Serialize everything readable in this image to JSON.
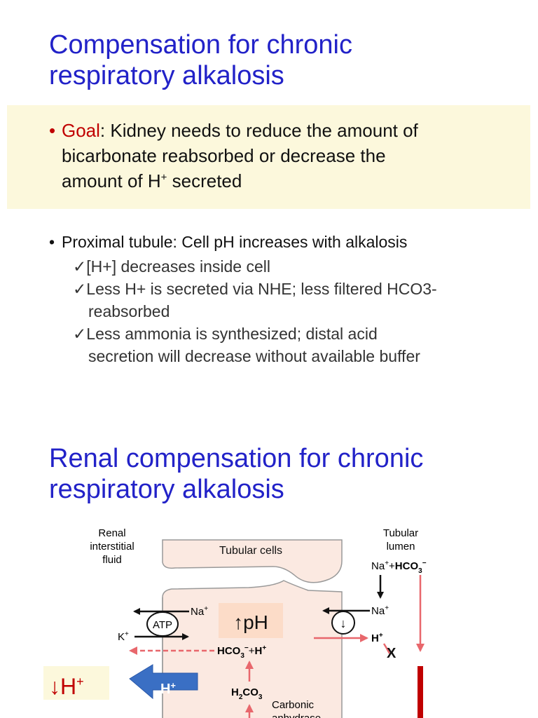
{
  "slide1": {
    "title_line1": "Compensation for chronic",
    "title_line2": "respiratory alkalosis",
    "goal": {
      "bullet": "•",
      "label": "Goal",
      "colon": ":  Kidney needs to ",
      "bold1": "reduce the amount of",
      "bold2": "bicarbonate reabsorbed",
      "or": " or ",
      "bold3": "decrease the",
      "line3_a": "amount of H",
      "line3_sup": "+",
      "line3_b": " secreted"
    },
    "proximal": {
      "bullet": "•",
      "text": "Proximal tubule:  Cell pH increases with alkalosis"
    },
    "checks": [
      {
        "mark": "✓",
        "line1": "[H+] decreases inside cell",
        "line2": ""
      },
      {
        "mark": "✓",
        "line1": "Less H+ is secreted via NHE; less filtered HCO3-",
        "line2": "reabsorbed"
      },
      {
        "mark": "✓",
        "line1": "Less ammonia is synthesized; distal acid",
        "line2": "secretion will decrease without available buffer"
      }
    ]
  },
  "slide2": {
    "title_line1": "Renal compensation for chronic",
    "title_line2": "respiratory alkalosis"
  },
  "figure": {
    "renal_l1": "Renal",
    "renal_l2": "interstitial",
    "renal_l3": "fluid",
    "tubular_cells": "Tubular cells",
    "lumen_l1": "Tubular",
    "lumen_l2": "lumen",
    "na": "Na",
    "plus": "+",
    "minus": "−",
    "hco3": "HCO",
    "three": "3",
    "atp": "ATP",
    "k": "K",
    "h": "H",
    "ph": "↑pH",
    "down_arrow": "↓",
    "down_h": "↓H",
    "h2co3_h": "H",
    "h2co3_2": "2",
    "h2co3_co": "CO",
    "carbonic_l1": "Carbonic",
    "carbonic_l2": "anhydrase",
    "x": "X",
    "arrow_label": "H+"
  },
  "colors": {
    "title": "#2222c8",
    "goal_bg": "#fcf8dc",
    "red": "#c00000",
    "cell_bg": "#fbe9e1",
    "pink_arrow": "#e8676c",
    "blue_arrow": "#3a6fc4"
  }
}
